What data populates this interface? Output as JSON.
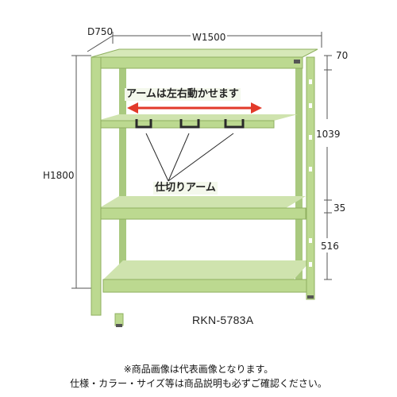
{
  "product": {
    "model": "RKN-5783A",
    "color": "#bcd990",
    "color_dark": "#9fbf72",
    "color_light": "#d6e8b8"
  },
  "dimensions": {
    "depth": "D750",
    "width": "W1500",
    "height": "H1800",
    "top_gap": "70",
    "upper_span": "1039",
    "mid_gap": "35",
    "lower_span": "516"
  },
  "annotations": {
    "arm_movable": "アームは左右動かせます",
    "partition_arm": "仕切りアーム",
    "arrow_color": "#e23a2a"
  },
  "notes": {
    "line1": "※商品画像は代表画像となります。",
    "line2": "仕様・カラー・サイズ等は商品説明も必ずご確認ください。"
  }
}
